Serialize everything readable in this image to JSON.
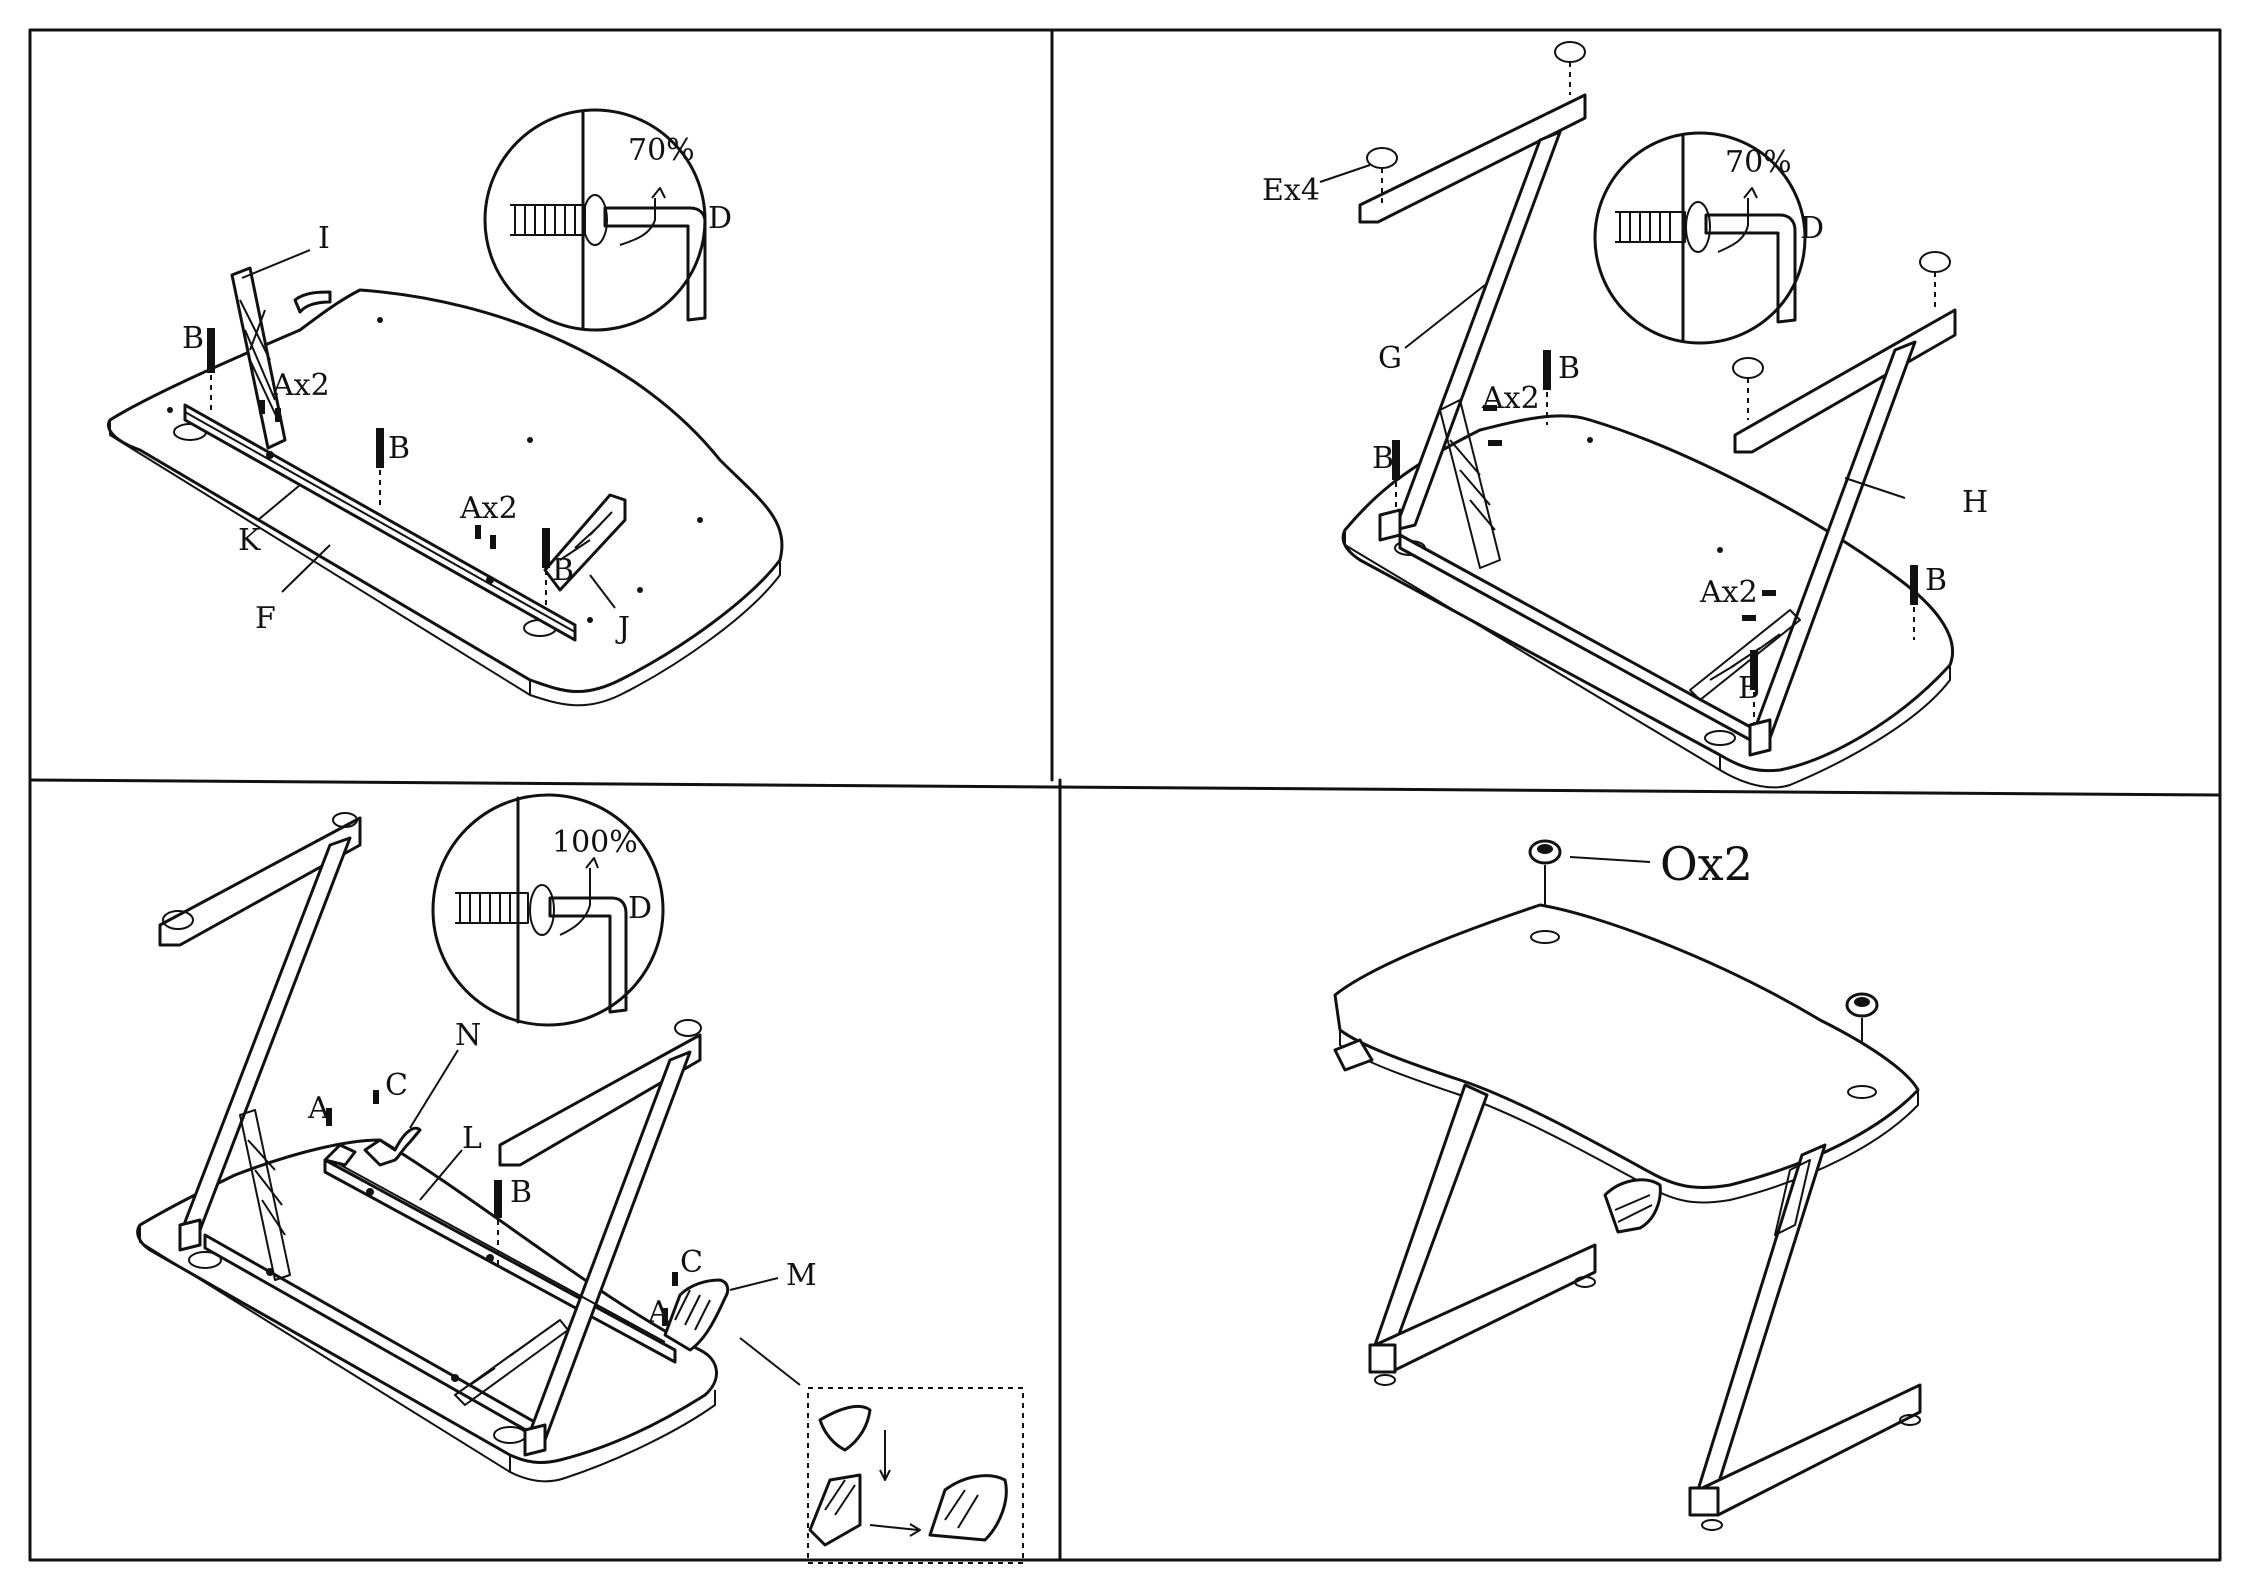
{
  "panels": [
    {
      "step": "step-1",
      "callouts": {
        "I": "I",
        "B1": "B",
        "Ax2a": "Ax2",
        "Bmid": "B",
        "Ax2b": "Ax2",
        "K": "K",
        "B2": "B",
        "F": "F",
        "J": "J"
      },
      "torque": {
        "percent": "70%",
        "tool": "D"
      }
    },
    {
      "step": "step-2",
      "callouts": {
        "Ex4": "Ex4",
        "G": "G",
        "B1": "B",
        "Ax2a": "Ax2",
        "B2": "B",
        "H": "H",
        "Ax2b": "Ax2",
        "B3": "B",
        "B4": "B"
      },
      "torque": {
        "percent": "70%",
        "tool": "D"
      }
    },
    {
      "step": "step-3",
      "callouts": {
        "N": "N",
        "A1": "A",
        "C1": "C",
        "L": "L",
        "B": "B",
        "C2": "C",
        "A2": "A",
        "M": "M"
      },
      "torque": {
        "percent": "100%",
        "tool": "D"
      }
    },
    {
      "step": "step-4",
      "callouts": {
        "Ox2": "Ox2"
      }
    }
  ]
}
